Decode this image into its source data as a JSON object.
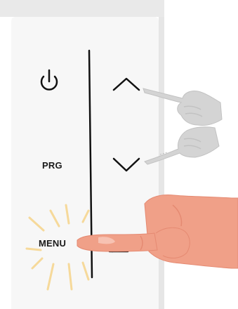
{
  "remote_panel": {
    "buttons": [
      {
        "name": "power",
        "icon": "power-icon",
        "label": ""
      },
      {
        "name": "prg",
        "icon": "",
        "label": "PRG"
      },
      {
        "name": "menu",
        "icon": "",
        "label": "MENU",
        "highlighted": true
      },
      {
        "name": "up",
        "icon": "chevron-up-icon",
        "label": ""
      },
      {
        "name": "down",
        "icon": "chevron-down-icon",
        "label": ""
      },
      {
        "name": "enter",
        "icon": "enter-return-icon",
        "label": ""
      }
    ],
    "prg_label": "PRG",
    "menu_label": "MENU"
  },
  "gestures": [
    {
      "type": "press",
      "target": "up",
      "icon": "gray-pointing-hand-icon"
    },
    {
      "type": "press",
      "target": "down",
      "icon": "gray-pointing-hand-icon"
    },
    {
      "type": "press",
      "target": "menu",
      "icon": "pointing-hand-icon"
    }
  ],
  "colors": {
    "panel": "#f7f7f7",
    "top_band": "#e9e9e9",
    "divider": "#111111",
    "hand_skin": "#f0a088",
    "hand_outline": "#e58a72",
    "gray_hand": "#d4d4d4",
    "highlight_rays": "#f6d99a"
  }
}
